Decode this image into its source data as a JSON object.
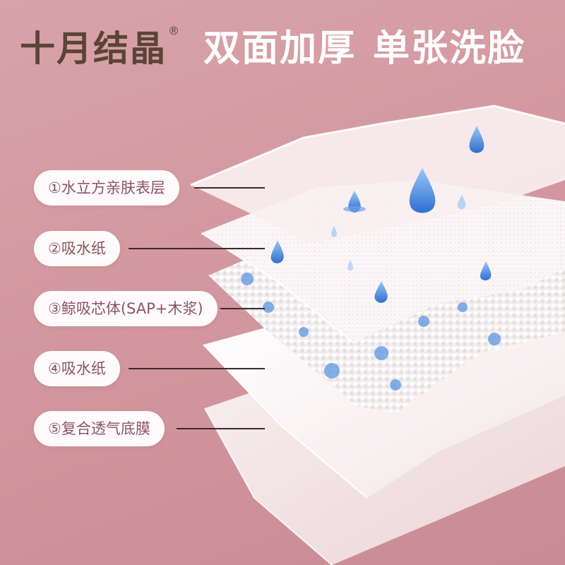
{
  "brand": {
    "name": "十月结晶",
    "registered": "®"
  },
  "headline": {
    "part1": "双面加厚",
    "part2": "单张洗脸"
  },
  "layers": [
    {
      "label": "①水立方亲肤表层"
    },
    {
      "label": "②吸水纸"
    },
    {
      "label": "③鲸吸芯体(SAP+木浆)"
    },
    {
      "label": "④吸水纸"
    },
    {
      "label": "⑤复合透气底膜"
    }
  ],
  "colors": {
    "background": "#d49aa1",
    "brand_text": "#5a4438",
    "headline_text": "#ffffff",
    "label_text": "#8a5560",
    "water_drop": "#4f8fe0"
  }
}
